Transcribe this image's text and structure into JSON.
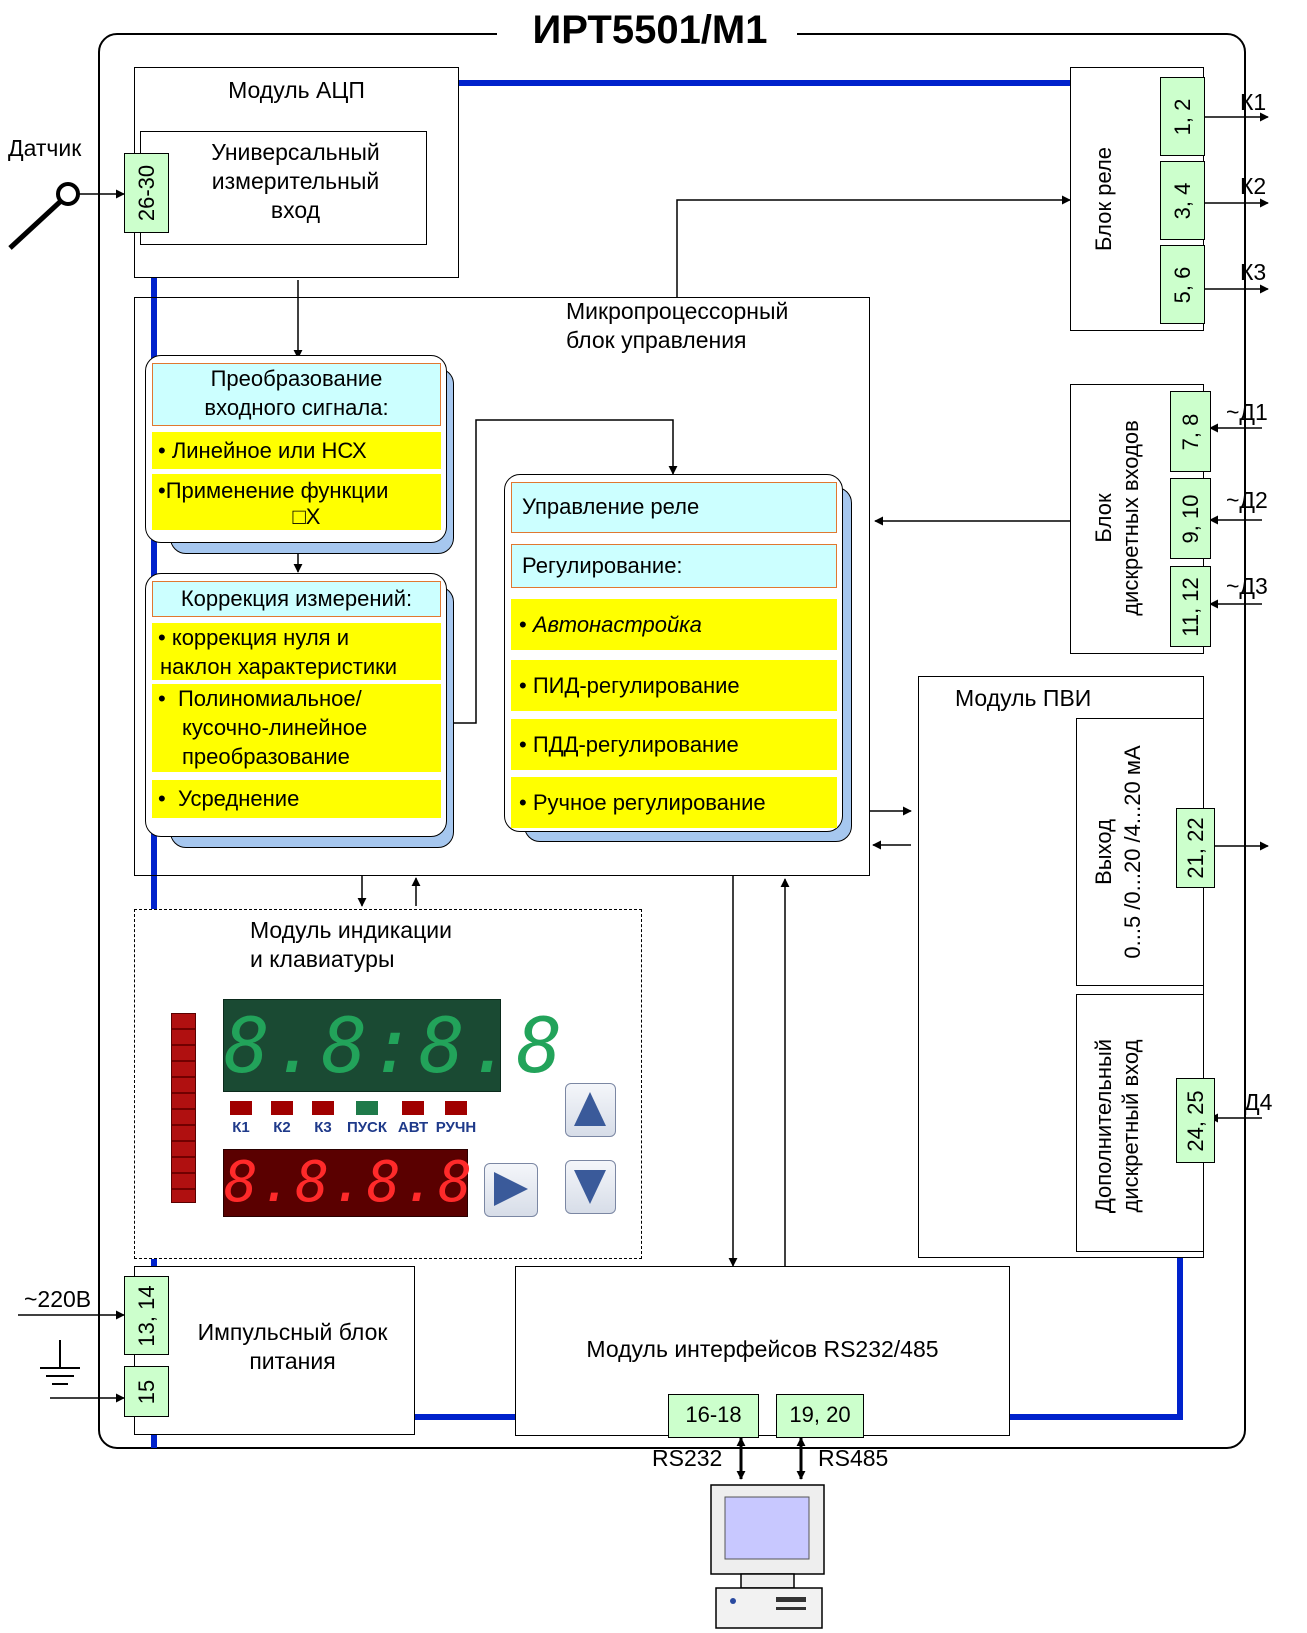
{
  "title": "ИРТ5501/М1",
  "sensor_label": "Датчик",
  "adc": {
    "title": "Модуль АЦП",
    "input_lines": [
      "Универсальный",
      "измерительный",
      "вход"
    ],
    "terminal": "26-30"
  },
  "relay_block": {
    "title": "Блок реле",
    "terminals": [
      "1, 2",
      "3, 4",
      "5, 6"
    ],
    "outputs": [
      "К1",
      "К2",
      "К3"
    ]
  },
  "discrete_block": {
    "title_lines": [
      "Блок",
      "дискретных входов"
    ],
    "terminals": [
      "7, 8",
      "9, 10",
      "11, 12"
    ],
    "inputs": [
      "~Д1",
      "~Д2",
      "~Д3"
    ]
  },
  "mcu": {
    "title_lines": [
      "Микропроцессорный",
      "блок управления"
    ],
    "conversion": {
      "header_lines": [
        "Преобразование",
        "входного сигнала:"
      ],
      "item1": "Линейное или НСХ",
      "item2": "Применение функции",
      "sqrt_symbol": "□X"
    },
    "correction": {
      "header": "Коррекция измерений:",
      "item1_lines": [
        "коррекция нуля и",
        "наклон характеристики"
      ],
      "item2_lines": [
        "Полиномиальное/",
        "кусочно-линейное",
        "преобразование"
      ],
      "item3": "Усреднение"
    },
    "control": {
      "relay_header": "Управление реле",
      "reg_header": "Регулирование:",
      "items": [
        "Автонастройка",
        "ПИД-регулирование",
        "ПДД-регулирование",
        "Ручное регулирование"
      ]
    }
  },
  "pvi": {
    "title": "Модуль ПВИ",
    "output_lines": [
      "Выход",
      "0...5 /0...20 /4...20 мА"
    ],
    "output_terminal": "21, 22",
    "extra_lines": [
      "Дополнительный",
      "дискретный вход"
    ],
    "extra_terminal": "24, 25",
    "extra_input": "Д4"
  },
  "display": {
    "title_lines": [
      "Модуль индикации",
      "и клавиатуры"
    ],
    "top_digits": "8.8:8.8",
    "bottom_digits": "8.8.8.8",
    "leds": [
      {
        "label": "К1",
        "color": "#a00000"
      },
      {
        "label": "К2",
        "color": "#a00000"
      },
      {
        "label": "К3",
        "color": "#a00000"
      },
      {
        "label": "ПУСК",
        "color": "#1f7a4a"
      },
      {
        "label": "АВТ",
        "color": "#a00000"
      },
      {
        "label": "РУЧН",
        "color": "#a00000"
      }
    ]
  },
  "power": {
    "title_lines": [
      "Импульсный блок",
      "питания"
    ],
    "terminals": [
      "13, 14",
      "15"
    ],
    "input": "~220В"
  },
  "interfaces": {
    "title": "Модуль интерфейсов RS232/485",
    "terminals": [
      "16-18",
      "19, 20"
    ],
    "labels": [
      "RS232",
      "RS485"
    ]
  },
  "colors": {
    "bus": "#0022cc",
    "terminal": "#ccffcc",
    "header_fill": "#ccffff",
    "header_border": "#e07830",
    "item_fill": "#ffff00",
    "panel_shadow": "#a6c7ef",
    "display_top_bg": "#1a4a33",
    "display_top_seg": "#22a35a",
    "display_bottom_bg": "#5a0000",
    "display_bottom_seg": "#ff2a2a",
    "bargraph": "#b01010",
    "button_arrow": "#3a5a9a"
  }
}
